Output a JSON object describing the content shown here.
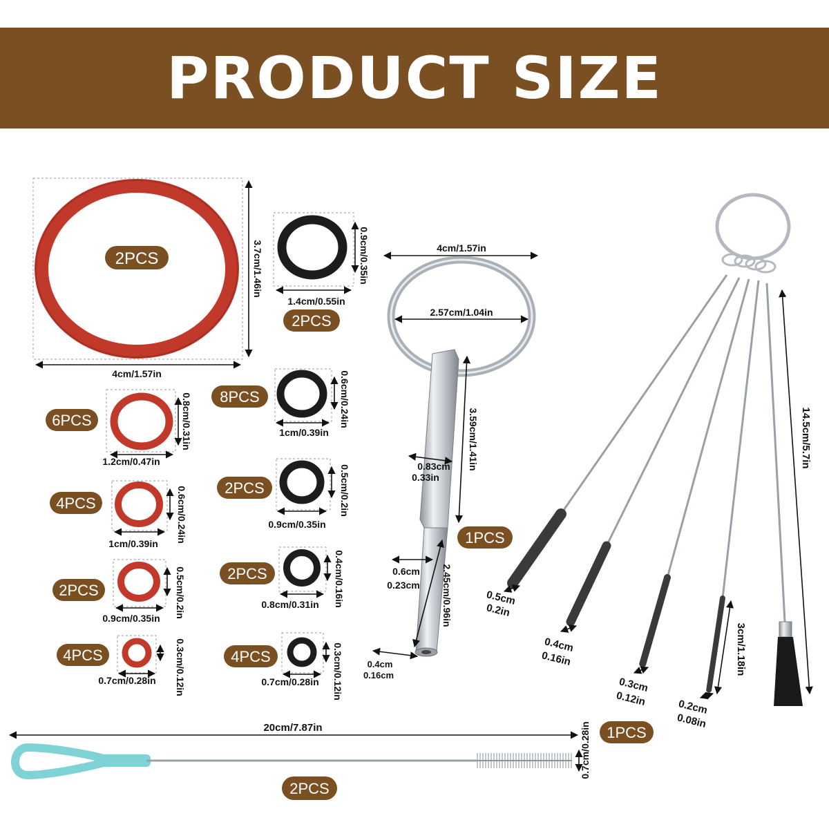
{
  "title": "PRODUCT SIZE",
  "colors": {
    "banner": "#7a4f22",
    "badge": "#7a4f22",
    "ring_red": "#c0392b",
    "ring_black": "#1c1c1c",
    "tool_silver": "#c9cdd2",
    "brush_handle": "#7fd3d6"
  },
  "large_red_ring": {
    "qty": "2PCS",
    "width_label": "4cm/1.57in",
    "height_label": "3.7cm/1.46in"
  },
  "red_rings": [
    {
      "qty": "6PCS",
      "width_label": "1.2cm/0.47in",
      "height_label": "0.8cm/0.31in"
    },
    {
      "qty": "4PCS",
      "width_label": "1cm/0.39in",
      "height_label": "0.6cm/0.24in"
    },
    {
      "qty": "2PCS",
      "width_label": "0.9cm/0.35in",
      "height_label": "0.5cm/0.2in"
    },
    {
      "qty": "4PCS",
      "width_label": "0.7cm/0.28in",
      "height_label": "0.3cm/0.12in"
    }
  ],
  "black_rings": [
    {
      "qty": "2PCS",
      "width_label": "1.4cm/0.55in",
      "height_label": "0.9cm/0.35in"
    },
    {
      "qty": "8PCS",
      "width_label": "1cm/0.39in",
      "height_label": "0.6cm/0.24in"
    },
    {
      "qty": "2PCS",
      "width_label": "0.9cm/0.35in",
      "height_label": "0.5cm/0.2in"
    },
    {
      "qty": "2PCS",
      "width_label": "0.8cm/0.31in",
      "height_label": "0.4cm/0.16in"
    },
    {
      "qty": "4PCS",
      "width_label": "0.7cm/0.28in",
      "height_label": "0.3cm/0.12in"
    }
  ],
  "key_tool": {
    "qty": "1PCS",
    "ring_outer_label": "4cm/1.57in",
    "ring_inner_label": "2.57cm/1.04in",
    "hex_width_line1": "0.83cm",
    "hex_width_line2": "0.33in",
    "hex_length_label": "3.59cm/1.41in",
    "shaft_width_line1": "0.6cm",
    "shaft_width_line2": "0.23cm",
    "shaft_length_label": "2.45cm/0.96in",
    "tip_line1": "0.4cm",
    "tip_line2": "0.16cm"
  },
  "brush_set": {
    "qty": "1PCS",
    "length_label": "14.5cm/5.7in",
    "bristle_length_label": "3cm/1.18in",
    "diameters": [
      {
        "line1": "0.5cm",
        "line2": "0.2in"
      },
      {
        "line1": "0.4cm",
        "line2": "0.16in"
      },
      {
        "line1": "0.3cm",
        "line2": "0.12in"
      },
      {
        "line1": "0.2cm",
        "line2": "0.08in"
      }
    ]
  },
  "long_brush": {
    "qty": "2PCS",
    "length_label": "20cm/7.87in",
    "diameter_label": "0.7cm/0.28in"
  }
}
